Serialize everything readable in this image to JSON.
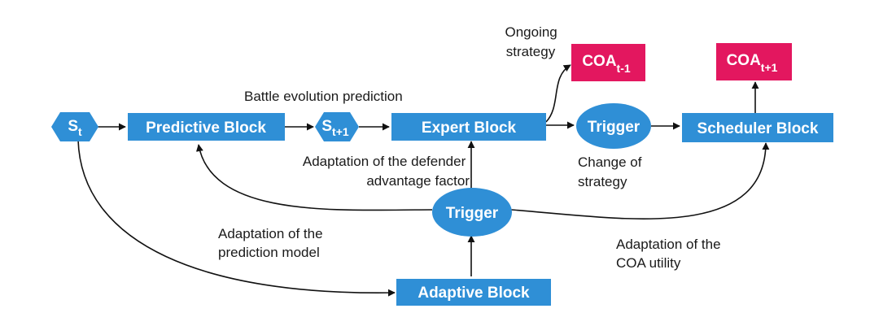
{
  "colors": {
    "block": "#2f8fd6",
    "coa": "#e3175f",
    "edge": "#111111",
    "text": "#1a1a1a"
  },
  "nodes": {
    "state_t": {
      "main": "S",
      "sub": "t"
    },
    "state_t1": {
      "main": "S",
      "sub": "t+1"
    },
    "predictive_block": "Predictive Block",
    "expert_block": "Expert Block",
    "trigger_top": "Trigger",
    "scheduler_block": "Scheduler Block",
    "trigger_mid": "Trigger",
    "adaptive_block": "Adaptive Block",
    "coa_prev": {
      "main": "COA",
      "sub": "t-1"
    },
    "coa_next": {
      "main": "COA",
      "sub": "t+1"
    }
  },
  "annotations": {
    "battle_evolution": "Battle evolution prediction",
    "ongoing_strategy": [
      "Ongoing",
      "strategy"
    ],
    "defender_advantage": [
      "Adaptation of the defender",
      "advantage factor"
    ],
    "change_of_strategy": [
      "Change of",
      "strategy"
    ],
    "prediction_model": [
      "Adaptation of the",
      "prediction model"
    ],
    "coa_utility": [
      "Adaptation of the",
      "COA utility"
    ]
  }
}
